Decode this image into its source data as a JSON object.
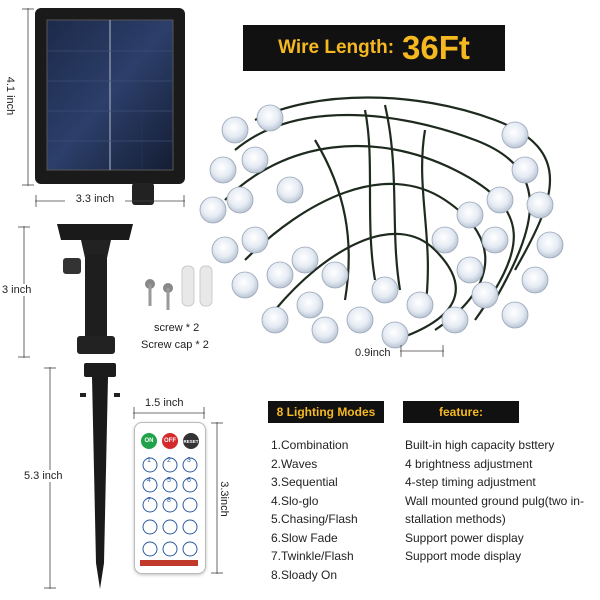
{
  "solar_panel": {
    "height_label": "4.1 inch",
    "width_label": "3.3 inch"
  },
  "stake": {
    "height_label": "3 inch",
    "spike_label": "5.3 inch"
  },
  "accessories": {
    "screw_label": "screw * 2",
    "cap_label": "Screw cap * 2"
  },
  "banner": {
    "label": "Wire Length:",
    "value": "36Ft"
  },
  "bulb": {
    "size_label": "0.9inch"
  },
  "remote": {
    "width_label": "1.5 inch",
    "height_label": "3.3inch",
    "on": "ON",
    "off": "OFF",
    "reset": "RESET",
    "keys": [
      "1",
      "2",
      "3",
      "4",
      "5",
      "6",
      "7",
      "8"
    ]
  },
  "modes": {
    "title": "8 Lighting Modes",
    "items": [
      "1.Combination",
      "2.Waves",
      "3.Sequential",
      "4.Slo-glo",
      "5.Chasing/Flash",
      "6.Slow Fade",
      "7.Twinkle/Flash",
      "8.Sloady On"
    ]
  },
  "features": {
    "title": "feature:",
    "items": [
      "Built-in high capacity bsttery",
      "4 brightness adjustment",
      "4-step timing adjustment",
      "Wall mounted ground pulg(two in-",
      "stallation methods)",
      "Support power display",
      "Support mode display"
    ]
  },
  "colors": {
    "banner_bg": "#111111",
    "banner_text": "#f5b820"
  }
}
